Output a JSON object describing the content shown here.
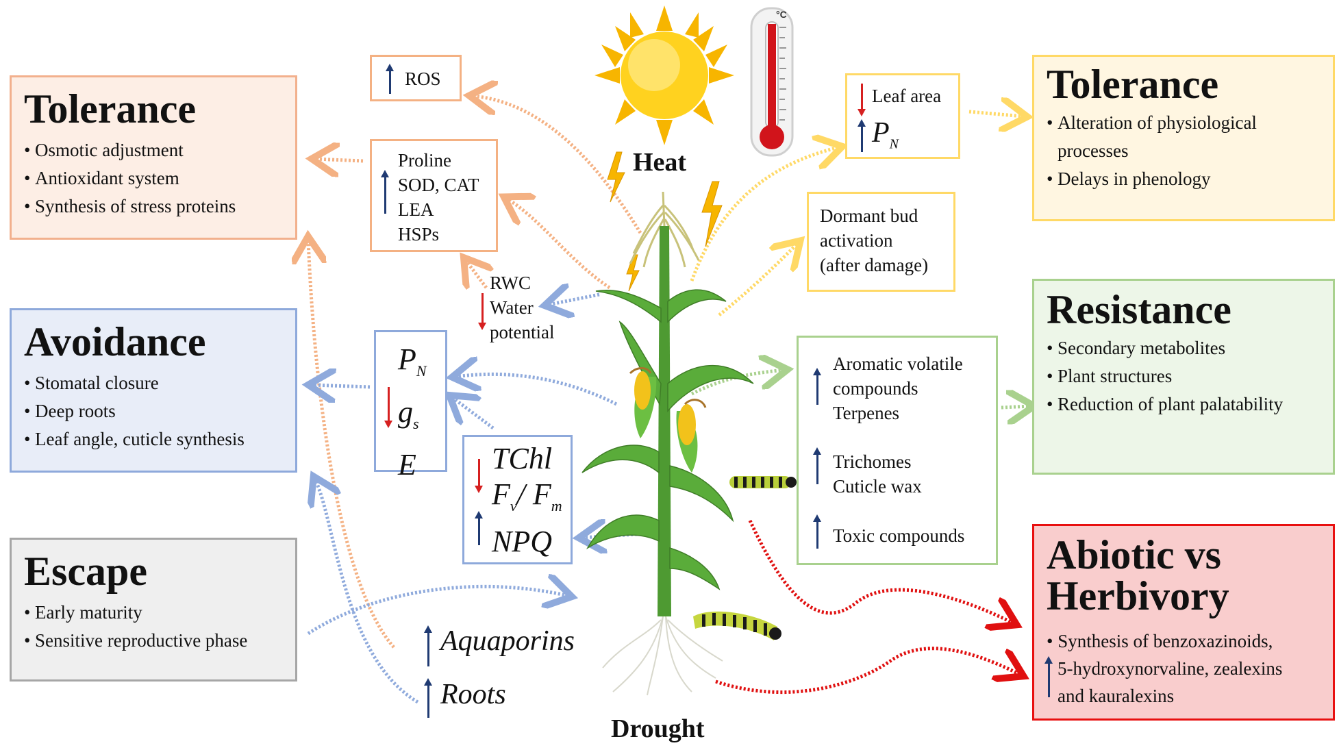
{
  "left": {
    "tolerance": {
      "title": "Tolerance",
      "items": [
        "Osmotic adjustment",
        "Antioxidant system",
        "Synthesis of stress proteins"
      ]
    },
    "avoidance": {
      "title": "Avoidance",
      "items": [
        "Stomatal closure",
        "Deep roots",
        "Leaf angle, cuticle synthesis"
      ]
    },
    "escape": {
      "title": "Escape",
      "items": [
        "Early maturity",
        "Sensitive reproductive phase"
      ]
    }
  },
  "right": {
    "tolerance": {
      "title": "Tolerance",
      "items": [
        "Alteration of physiological processes",
        "Delays in phenology"
      ]
    },
    "resistance": {
      "title": "Resistance",
      "items": [
        "Secondary metabolites",
        "Plant structures",
        "Reduction of plant palatability"
      ]
    },
    "abiotic": {
      "title_line1": "Abiotic vs",
      "title_line2": "Herbivory",
      "text_line1": "Synthesis of benzoxazinoids,",
      "text_line2": "5-hydroxynorvaline, zealexins",
      "text_line3": "and kauralexins"
    }
  },
  "center": {
    "ros": "ROS",
    "osmo": [
      "Proline",
      "SOD, CAT",
      "LEA",
      "HSPs"
    ],
    "rwc": [
      "RWC",
      "Water",
      "potential"
    ],
    "gas": {
      "pn": "P",
      "pn_sub": "N",
      "gs": "g",
      "gs_sub": "s",
      "e": "E"
    },
    "chl": {
      "tchl": "TChl",
      "fv": "F",
      "fv_sub": "v",
      "slash": "/ F",
      "fm_sub": "m",
      "npq": "NPQ"
    },
    "aquaporins": "Aquaporins",
    "roots": "Roots",
    "leaf": {
      "area": "Leaf area",
      "pn": "P",
      "pn_sub": "N"
    },
    "dormant": [
      "Dormant bud",
      "activation",
      "(after damage)"
    ],
    "herb": {
      "line1": "Aromatic volatile",
      "line2": "compounds",
      "line3": "Terpenes",
      "tri1": "Trichomes",
      "tri2": "Cuticle wax",
      "toxic": "Toxic compounds"
    }
  },
  "labels": {
    "heat": "Heat",
    "drought": "Drought",
    "thermo_unit": "°C"
  },
  "icons": [
    "sun-icon",
    "thermometer-icon",
    "lightning-bolt-icon",
    "maize-plant-icon",
    "caterpillar-icon"
  ],
  "colors": {
    "tolerance_left": "#f2b08d",
    "tolerance_left_bg": "#fdeee5",
    "avoidance": "#8ea9db",
    "avoidance_bg": "#e8edf8",
    "escape": "#a6a6a6",
    "escape_bg": "#efefef",
    "tolerance_right": "#ffd966",
    "tolerance_right_bg": "#fff6e1",
    "resistance": "#a9d18e",
    "resistance_bg": "#edf6e8",
    "abiotic": "#e81010",
    "abiotic_bg": "#f9cdcd",
    "up_arrow": "#1f3a72",
    "down_arrow": "#d62020"
  }
}
